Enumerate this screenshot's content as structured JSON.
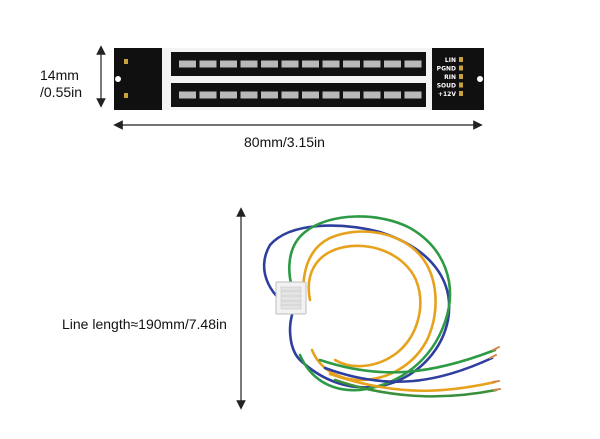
{
  "dimensions": {
    "height_line1": "14mm",
    "height_line2": "/0.55in",
    "width": "80mm/3.15in",
    "line_length": "Line length≈190mm/7.48in"
  },
  "pcb": {
    "pins": [
      "LIN",
      "PGND",
      "RIN",
      "SOUD",
      "+12V"
    ],
    "segments_per_row": 12,
    "rows": 2
  },
  "cable": {
    "wire_colors": [
      "#2e3f9e",
      "#2d9a45",
      "#e6a21c",
      "#3a8f3a"
    ],
    "connector_color": "#f2f2f2"
  },
  "colors": {
    "pcb": "#101010",
    "segment": "#b9b9b9",
    "arrow": "#222222"
  }
}
